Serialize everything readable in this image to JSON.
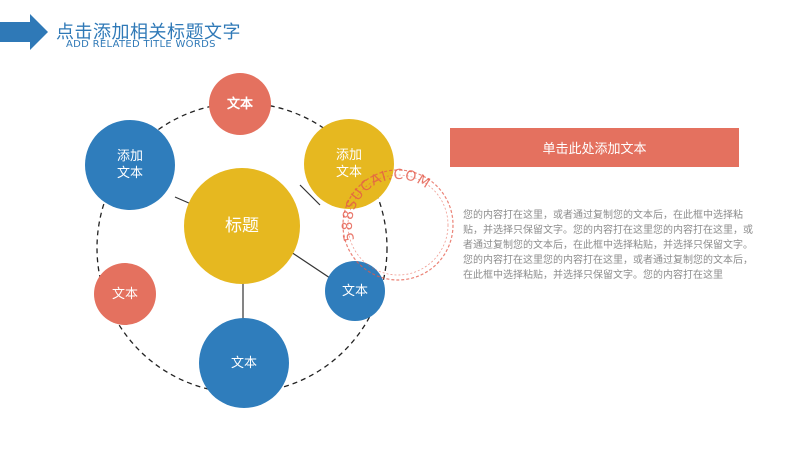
{
  "header": {
    "title": "点击添加相关标题文字",
    "subtitle": "ADD RELATED TITLE WORDS",
    "accent_color": "#2f79b7",
    "icon": "arrow-right-icon"
  },
  "diagram": {
    "center": {
      "label": "标题",
      "color": "#e6b820"
    },
    "nodes": [
      {
        "label": "文本",
        "color": "#e4715f"
      },
      {
        "label": "添加\n文本",
        "color": "#e6b820"
      },
      {
        "label": "文本",
        "color": "#2f7dbc"
      },
      {
        "label": "文本",
        "color": "#2f7dbc"
      },
      {
        "label": "文本",
        "color": "#e4715f"
      },
      {
        "label": "添加\n文本",
        "color": "#2f7dbc"
      }
    ]
  },
  "banner": {
    "label": "单击此处添加文本",
    "color": "#e4715f"
  },
  "body_text": "您的内容打在这里，或者通过复制您的文本后，在此框中选择粘贴，并选择只保留文字。您的内容打在这里您的内容打在这里，或者通过复制您的文本后，在此框中选择粘贴，并选择只保留文字。您的内容打在这里您的内容打在这里，或者通过复制您的文本后，在此框中选择粘贴，并选择只保留文字。您的内容打在这里",
  "watermark": {
    "text": "588SUCAI.COM",
    "color": "#e45a4a"
  }
}
